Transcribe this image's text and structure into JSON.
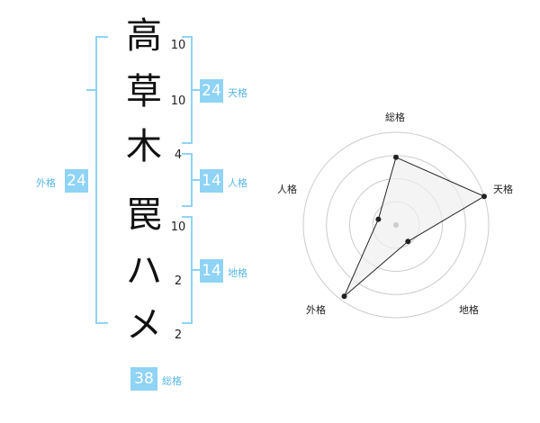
{
  "name_chars": [
    "高",
    "草",
    "木",
    "罠",
    "ハ",
    "メ"
  ],
  "strokes": [
    "10",
    "10",
    "4",
    "10",
    "2",
    "2"
  ],
  "kaku": {
    "tenkaku": {
      "label": "天格",
      "value": "24"
    },
    "jinkaku": {
      "label": "人格",
      "value": "14"
    },
    "chikaku": {
      "label": "地格",
      "value": "14"
    },
    "gaikaku": {
      "label": "外格",
      "value": "24"
    },
    "soukaku": {
      "label": "総格",
      "value": "38"
    }
  },
  "chart_data": {
    "type": "radar",
    "axes": [
      "総格",
      "天格",
      "地格",
      "外格",
      "人格"
    ],
    "values": [
      0.73,
      1.0,
      0.22,
      0.95,
      0.2
    ],
    "rings": 4,
    "fill_color": "#efefef",
    "ring_color": "#cccccc",
    "line_color": "#222222"
  },
  "colors": {
    "accent": "#8fd3f5",
    "accent_text": "#57b6e6"
  }
}
